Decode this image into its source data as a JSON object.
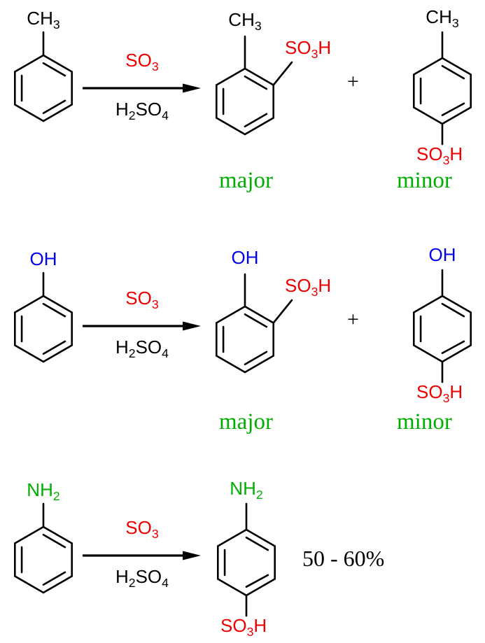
{
  "colors": {
    "red": "#ee0000",
    "blue": "#0000ee",
    "green": "#00ad00",
    "black": "#000000"
  },
  "formulas": {
    "ch3": {
      "base": "CH",
      "sub": "3"
    },
    "oh": {
      "text": "OH"
    },
    "nh2": {
      "base": "NH",
      "sub": "2"
    },
    "so3": {
      "base": "SO",
      "sub": "3"
    },
    "so3h": {
      "base": "SO",
      "sub": "3",
      "tail": "H"
    },
    "h2so4": {
      "b1": "H",
      "s1": "2",
      "b2": "SO",
      "s2": "4"
    }
  },
  "rows": [
    {
      "plus": "+",
      "major": "major",
      "minor": "minor"
    },
    {
      "plus": "+",
      "major": "major",
      "minor": "minor"
    },
    {
      "yield": "50 - 60%"
    }
  ]
}
